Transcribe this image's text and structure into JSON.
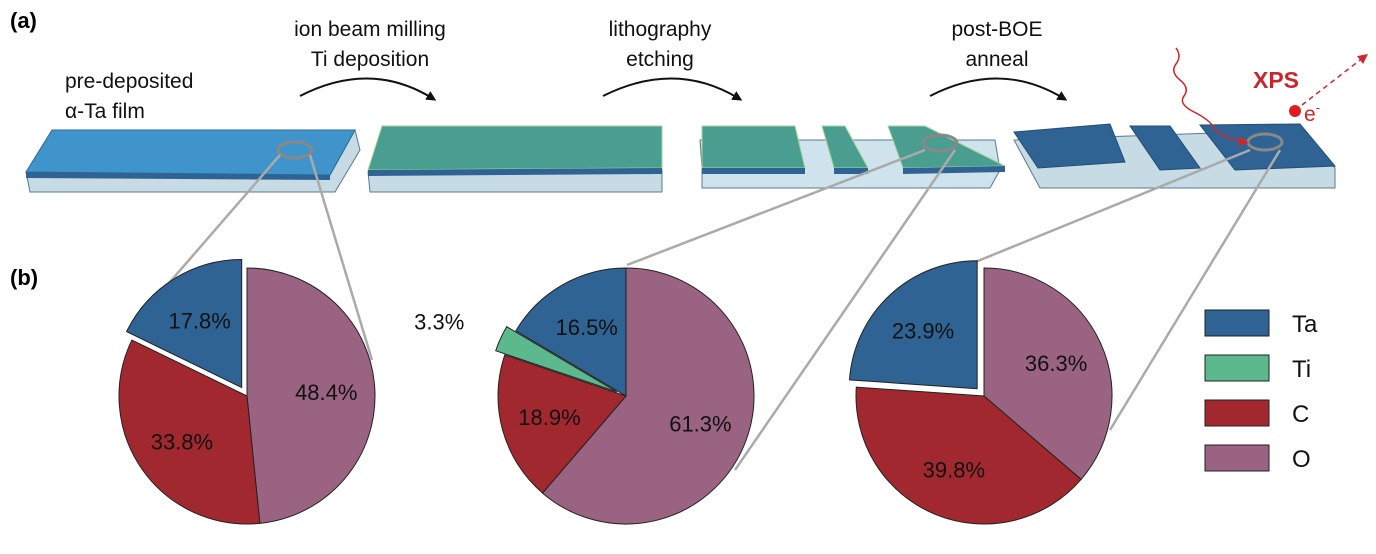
{
  "panel_labels": {
    "a": "(a)",
    "b": "(b)"
  },
  "steps": {
    "initial": [
      "pre-deposited",
      "α-Ta film"
    ],
    "step1": [
      "ion beam milling",
      "Ti deposition"
    ],
    "step2": [
      "lithography",
      "etching"
    ],
    "step3": [
      "post-BOE",
      "anneal"
    ]
  },
  "xps": {
    "label": "XPS",
    "electron": "e",
    "electron_sup": "-"
  },
  "colors": {
    "Ta": "#2f6394",
    "Ti": "#5cb98e",
    "C": "#a1282f",
    "O": "#9a6381",
    "film_blue": "#3f95cb",
    "film_green": "#4a9e90",
    "accent_red": "#d1252a"
  },
  "chart_data": [
    {
      "type": "pie",
      "slices": [
        {
          "name": "O",
          "value": 48.4,
          "label": "48.4%"
        },
        {
          "name": "C",
          "value": 33.8,
          "label": "33.8%"
        },
        {
          "name": "Ta",
          "value": 17.8,
          "label": "17.8%",
          "exploded": true
        }
      ]
    },
    {
      "type": "pie",
      "slices": [
        {
          "name": "O",
          "value": 61.3,
          "label": "61.3%"
        },
        {
          "name": "C",
          "value": 18.9,
          "label": "18.9%"
        },
        {
          "name": "Ti",
          "value": 3.3,
          "label": "3.3%",
          "exploded": true,
          "label_outside": true
        },
        {
          "name": "Ta",
          "value": 16.5,
          "label": "16.5%"
        }
      ]
    },
    {
      "type": "pie",
      "slices": [
        {
          "name": "O",
          "value": 36.3,
          "label": "36.3%"
        },
        {
          "name": "C",
          "value": 39.8,
          "label": "39.8%"
        },
        {
          "name": "Ta",
          "value": 23.9,
          "label": "23.9%",
          "exploded": true
        }
      ]
    }
  ],
  "legend": [
    {
      "name": "Ta",
      "label": "Ta"
    },
    {
      "name": "Ti",
      "label": "Ti"
    },
    {
      "name": "C",
      "label": "C"
    },
    {
      "name": "O",
      "label": "O"
    }
  ]
}
